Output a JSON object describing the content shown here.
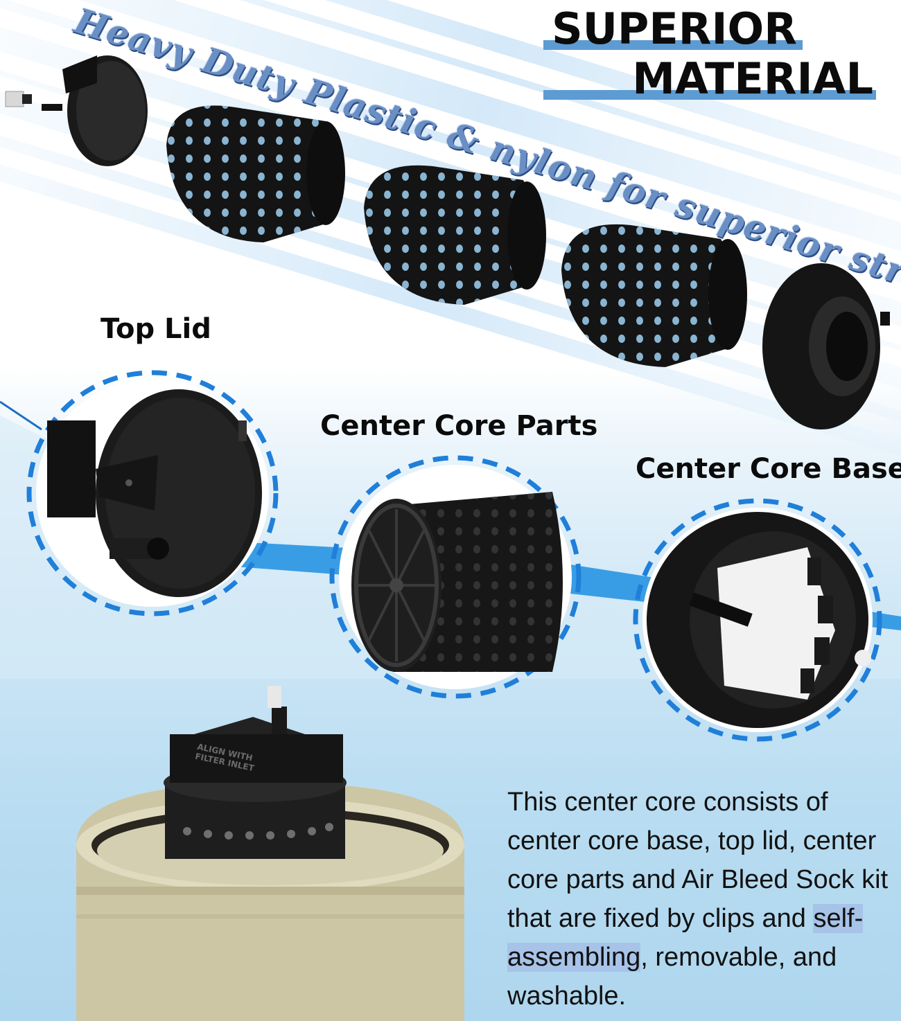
{
  "title": {
    "line1": "SUPERIOR",
    "line2": "MATERIAL"
  },
  "banner_text": "Heavy Duty Plastic & nylon for superior strength",
  "labels": {
    "top_lid": "Top Lid",
    "center_core_parts": "Center Core Parts",
    "center_core_base": "Center Core Base"
  },
  "description": {
    "before": "This center core consists of center core base, top lid, center core parts and Air Bleed Sock kit that are fixed by clips and ",
    "highlight": "self-assembling",
    "after": ", removable, and washable."
  },
  "lid_embossed_text": "ALIGN WITH FILTER INLET",
  "colors": {
    "accent_blue": "#1f7fd9",
    "title_bar": "#5d9bd3",
    "part_black": "#151515",
    "tank_beige": "#cdc6a4"
  }
}
